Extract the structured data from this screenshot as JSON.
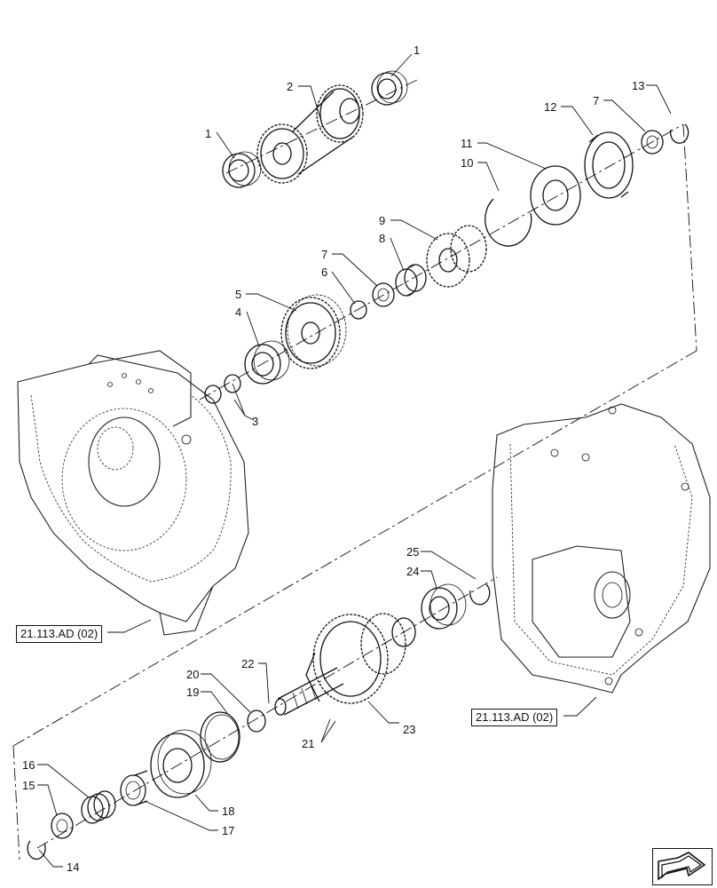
{
  "callouts": [
    {
      "id": "c1a",
      "label": "1"
    },
    {
      "id": "c1b",
      "label": "1"
    },
    {
      "id": "c2",
      "label": "2"
    },
    {
      "id": "c3",
      "label": "3"
    },
    {
      "id": "c4",
      "label": "4"
    },
    {
      "id": "c5",
      "label": "5"
    },
    {
      "id": "c6",
      "label": "6"
    },
    {
      "id": "c7a",
      "label": "7"
    },
    {
      "id": "c7b",
      "label": "7"
    },
    {
      "id": "c8",
      "label": "8"
    },
    {
      "id": "c9",
      "label": "9"
    },
    {
      "id": "c10",
      "label": "10"
    },
    {
      "id": "c11",
      "label": "11"
    },
    {
      "id": "c12",
      "label": "12"
    },
    {
      "id": "c13",
      "label": "13"
    },
    {
      "id": "c14",
      "label": "14"
    },
    {
      "id": "c15",
      "label": "15"
    },
    {
      "id": "c16",
      "label": "16"
    },
    {
      "id": "c17",
      "label": "17"
    },
    {
      "id": "c18",
      "label": "18"
    },
    {
      "id": "c19",
      "label": "19"
    },
    {
      "id": "c20",
      "label": "20"
    },
    {
      "id": "c21",
      "label": "21"
    },
    {
      "id": "c22",
      "label": "22"
    },
    {
      "id": "c23",
      "label": "23"
    },
    {
      "id": "c24",
      "label": "24"
    },
    {
      "id": "c25",
      "label": "25"
    }
  ],
  "references": {
    "left_housing": "21.113.AD (02)",
    "right_housing": "21.113.AD (02)"
  },
  "navigation": {
    "icon": "arrow-icon"
  }
}
